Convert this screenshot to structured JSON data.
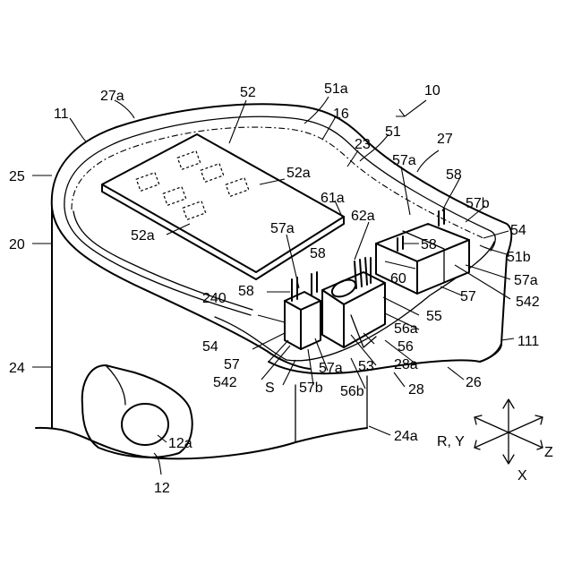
{
  "labels": {
    "l10": "10",
    "l11": "11",
    "l12": "12",
    "l12a": "12a",
    "l16": "16",
    "l20": "20",
    "l23": "23",
    "l24": "24",
    "l24a": "24a",
    "l25": "25",
    "l26": "26",
    "l27": "27",
    "l27a": "27a",
    "l28": "28",
    "l28a": "28a",
    "l51": "51",
    "l51a": "51a",
    "l51b": "51b",
    "l52": "52",
    "l52a_1": "52a",
    "l52a_2": "52a",
    "l53": "53",
    "l54_1": "54",
    "l54_2": "54",
    "l55": "55",
    "l56": "56",
    "l56a": "56a",
    "l56b": "56b",
    "l57_1": "57",
    "l57_2": "57",
    "l57a_1": "57a",
    "l57a_2": "57a",
    "l57a_3": "57a",
    "l57a_4": "57a",
    "l57b_1": "57b",
    "l57b_2": "57b",
    "l58_1": "58",
    "l58_2": "58",
    "l58_3": "58",
    "l58_4": "58",
    "l60": "60",
    "l61a": "61a",
    "l62a": "62a",
    "l111": "111",
    "l240": "240",
    "l542_1": "542",
    "l542_2": "542",
    "lS": "S",
    "lRY": "R, Y",
    "lZ": "Z",
    "lX": "X"
  }
}
